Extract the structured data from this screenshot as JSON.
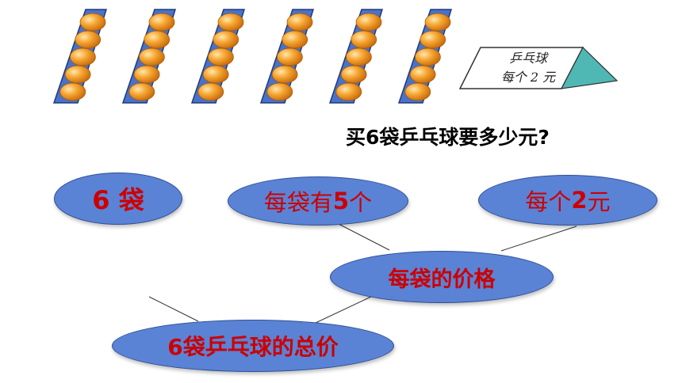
{
  "question": "买6袋乒乓球要多少元?",
  "price_tag": {
    "line1": "乒乓球",
    "line2": "每个 2 元"
  },
  "ball_bags": {
    "bag_count": 6,
    "balls_per_bag": 5
  },
  "nodes": {
    "bags": "6 袋",
    "per_bag": {
      "prefix": "每袋有",
      "number": "5",
      "suffix": "个"
    },
    "unit_price": {
      "prefix": "每个",
      "number": "2",
      "suffix": "元"
    },
    "bag_price": "每袋的价格",
    "total": "6袋乒乓球的总价"
  },
  "colors": {
    "node_fill": "#5a83d6",
    "node_text": "#cc0000",
    "ball": "#f39a1c",
    "bag": "#4a72c8"
  }
}
